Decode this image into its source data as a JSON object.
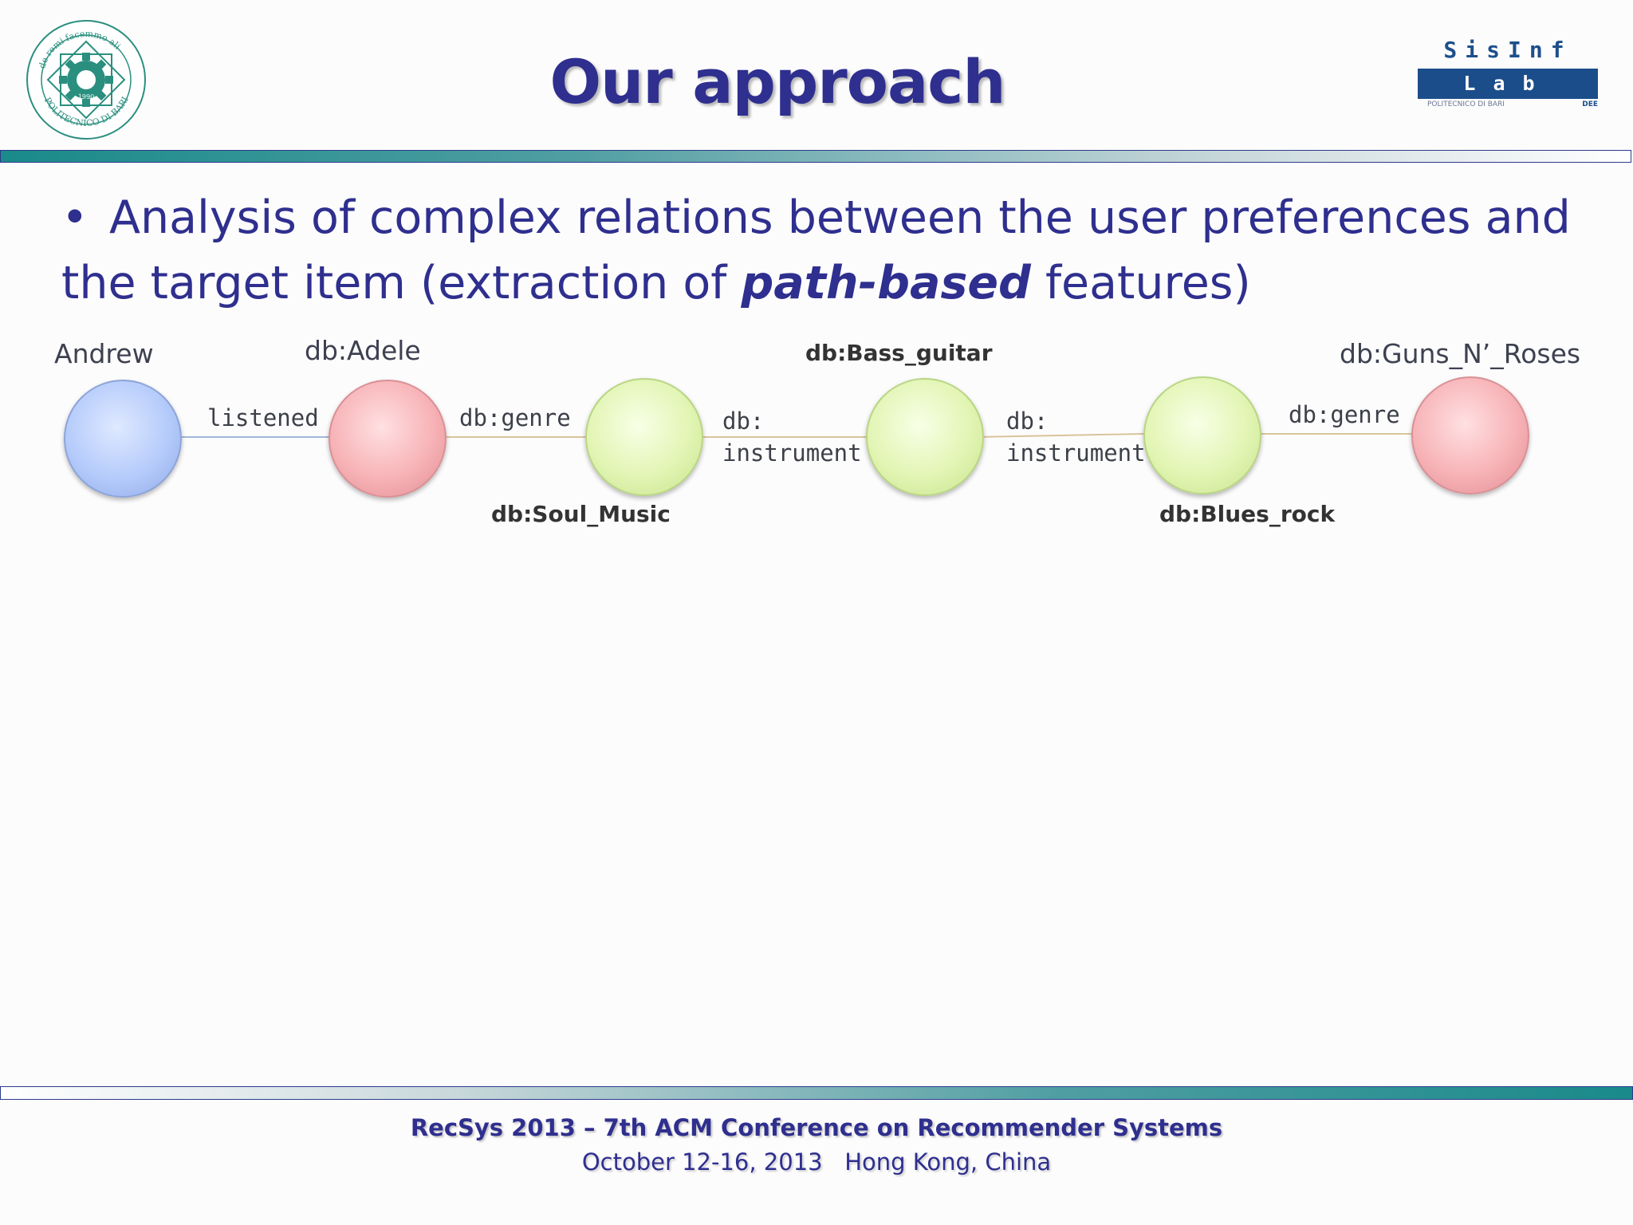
{
  "header": {
    "title": "Our approach",
    "logo_left": {
      "motto": "de remi facemmo ali",
      "ring_text": "POLITECNICO DI BARI",
      "year": "1990"
    },
    "logo_right": {
      "line1": "SisInf",
      "line2": "Lab",
      "caption": "POLITECNICO DI BARI",
      "badge": "DEE"
    }
  },
  "content": {
    "bullet": {
      "text_part1": "Analysis of complex relations between the user preferences and the target item (extraction of ",
      "emphasis": "path-based",
      "text_part2": " features)"
    }
  },
  "diagram": {
    "nodes": [
      {
        "label": "Andrew",
        "color": "blue"
      },
      {
        "label": "db:Adele",
        "color": "red"
      },
      {
        "label": "db:Soul_Music",
        "color": "green"
      },
      {
        "label": "db:Bass_guitar",
        "color": "green"
      },
      {
        "label": "db:Blues_rock",
        "color": "green"
      },
      {
        "label": "db:Guns_N’_Roses",
        "color": "red"
      }
    ],
    "edges": [
      {
        "label": "listened"
      },
      {
        "label": "db:genre"
      },
      {
        "label_line1": "db:",
        "label_line2": "instrument"
      },
      {
        "label_line1": "db:",
        "label_line2": "instrument"
      },
      {
        "label": "db:genre"
      }
    ],
    "colors": {
      "blue_node": "#b5cbfb",
      "red_node": "#f7b3b7",
      "green_node": "#e2f5b4",
      "edge_line_blue": "#9fb8d8",
      "edge_line_tan": "#d9c49a"
    }
  },
  "footer": {
    "line1": "RecSys 2013 – 7th ACM Conference on Recommender Systems",
    "line2": "October 12-16, 2013   Hong Kong, China"
  },
  "theme": {
    "title_color": "#2e2f8e",
    "teal": "#1a8a8a",
    "border_navy": "#2c3a8a"
  }
}
